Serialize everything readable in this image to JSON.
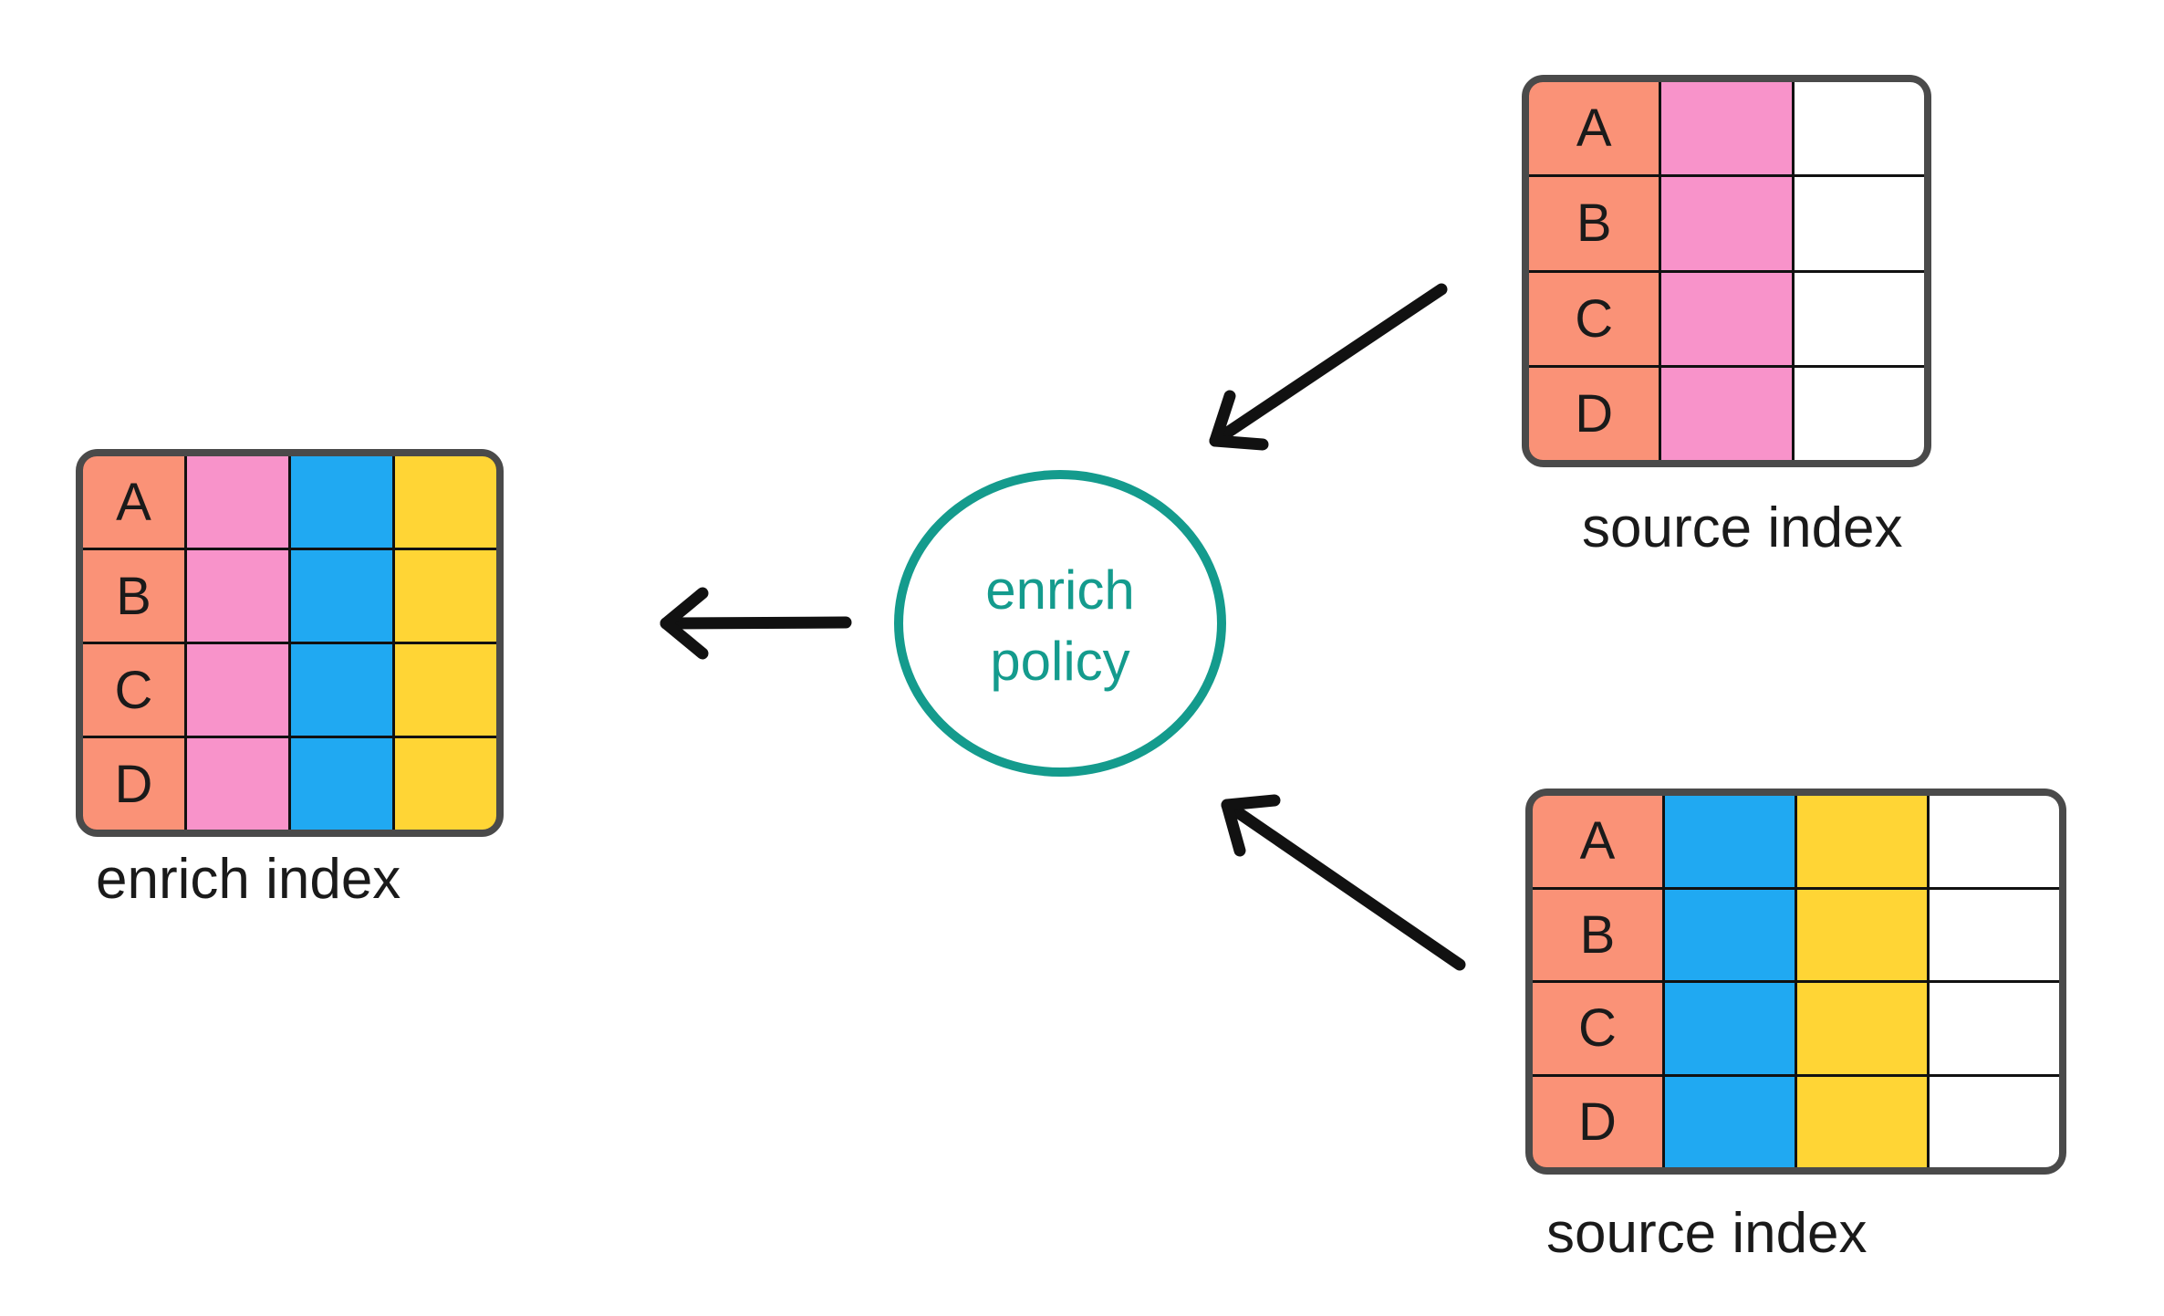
{
  "diagram": {
    "policy_node": {
      "line1": "enrich",
      "line2": "policy"
    },
    "tables": [
      {
        "id": "enrich-index",
        "label": "enrich index",
        "row_keys": [
          "A",
          "B",
          "C",
          "D"
        ],
        "columns": [
          "salmon",
          "pink",
          "blue",
          "yellow"
        ]
      },
      {
        "id": "source-index-top",
        "label": "source index",
        "row_keys": [
          "A",
          "B",
          "C",
          "D"
        ],
        "columns": [
          "salmon",
          "pink",
          "white"
        ]
      },
      {
        "id": "source-index-bottom",
        "label": "source index",
        "row_keys": [
          "A",
          "B",
          "C",
          "D"
        ],
        "columns": [
          "salmon",
          "blue",
          "yellow",
          "white"
        ]
      }
    ],
    "colors": {
      "salmon": "#FA9277",
      "pink": "#F893CA",
      "blue": "#20A9F2",
      "yellow": "#FFD535",
      "white": "#FFFFFF",
      "table_border": "#4A4A4A",
      "grid_line": "#111111",
      "teal": "#149B8D",
      "arrow": "#111111",
      "text": "#1A1A1A"
    }
  }
}
